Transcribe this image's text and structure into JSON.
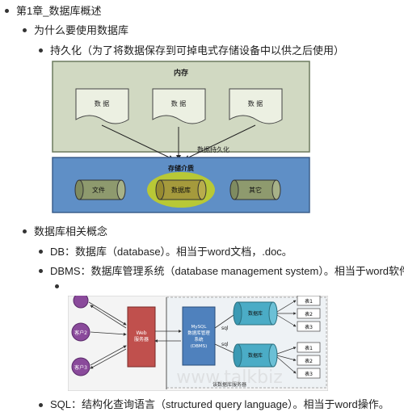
{
  "outline": {
    "chapter": "第1章_数据库概述",
    "why_title": "为什么要使用数据库",
    "persistence": "持久化（为了将数据保存到可掉电式存储设备中以供之后使用）",
    "concepts_title": "数据库相关概念",
    "db": "DB：数据库（database）。相当于word文档，.doc。",
    "dbms": "DBMS：数据库管理系统（database management system）。相当于word软件。",
    "sql": "SQL：结构化查询语言（structured query language）。相当于word操作。"
  },
  "diagram1": {
    "memory": "内存",
    "data_labels": [
      "数 据",
      "数 据",
      "数 据"
    ],
    "persist": "数据持久化",
    "storage": "存储介质",
    "cylinders": [
      "文件",
      "数据库",
      "其它"
    ]
  },
  "diagram2": {
    "clients": [
      "客户2",
      "客户3"
    ],
    "web": "Web\n服务器",
    "dbms": "MySQL\n数据库管理\n系统\n(DBMS)",
    "sql": [
      "sql",
      "sql"
    ],
    "databases": [
      "数据库",
      "数据库"
    ],
    "tables": [
      "表1",
      "表2",
      "表3",
      "表1",
      "表2",
      "表3"
    ],
    "server_caption": "该数据库服务器",
    "watermark": "www.talkbiz"
  },
  "colors": {
    "panel_green": "#d1d9c2",
    "storage_blue": "#5f8fc6",
    "highlight": "#c8d21c",
    "client_purple": "#8a4a9b",
    "web_red": "#c0504d",
    "dbms_blue": "#4f81bd",
    "db_teal": "#4bacc6"
  }
}
